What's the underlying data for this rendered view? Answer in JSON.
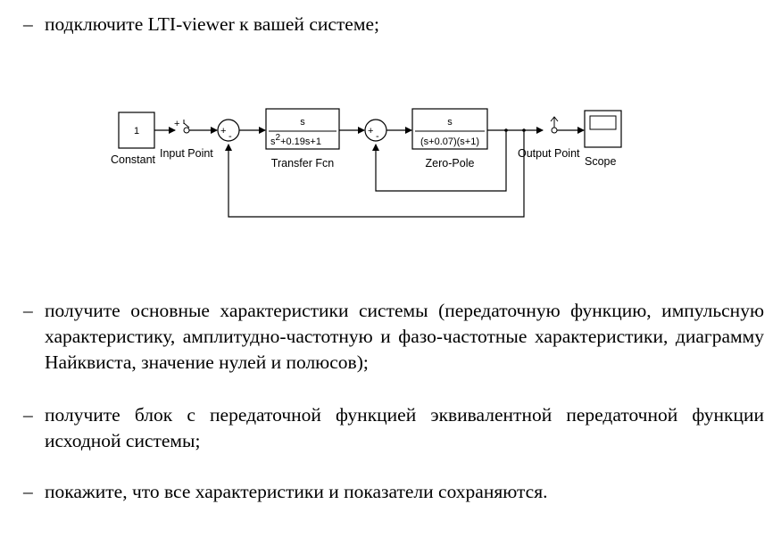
{
  "bullets": [
    {
      "dash": "–",
      "text": "подключите LTI-viewer к вашей системе;"
    },
    {
      "dash": "–",
      "text": "получите основные характеристики системы (передаточную функцию, импульсную характеристику, амплитудно-частотную и фазо-частотные характеристики, диаграмму Найквиста, значение нулей и полюсов);"
    },
    {
      "dash": "–",
      "text": "получите блок с передаточной функцией эквивалентной передаточной функции исходной системы;"
    },
    {
      "dash": "–",
      "text": "покажите, что все характеристики и показатели сохраняются."
    }
  ],
  "diagram": {
    "constant": {
      "value": "1",
      "label": "Constant"
    },
    "input_point": {
      "label": "Input Point"
    },
    "sum1": {
      "signs": [
        "+",
        "-"
      ]
    },
    "transfer_fcn": {
      "numerator": "s",
      "den_s": "s",
      "den_exp": "2",
      "den_rest": "+0.19s+1",
      "label": "Transfer Fcn"
    },
    "sum2": {
      "signs": [
        "+",
        "-"
      ]
    },
    "zero_pole": {
      "numerator": "s",
      "denominator": "(s+0.07)(s+1)",
      "label": "Zero-Pole"
    },
    "output_point": {
      "label": "Output Point"
    },
    "scope": {
      "label": "Scope"
    }
  }
}
